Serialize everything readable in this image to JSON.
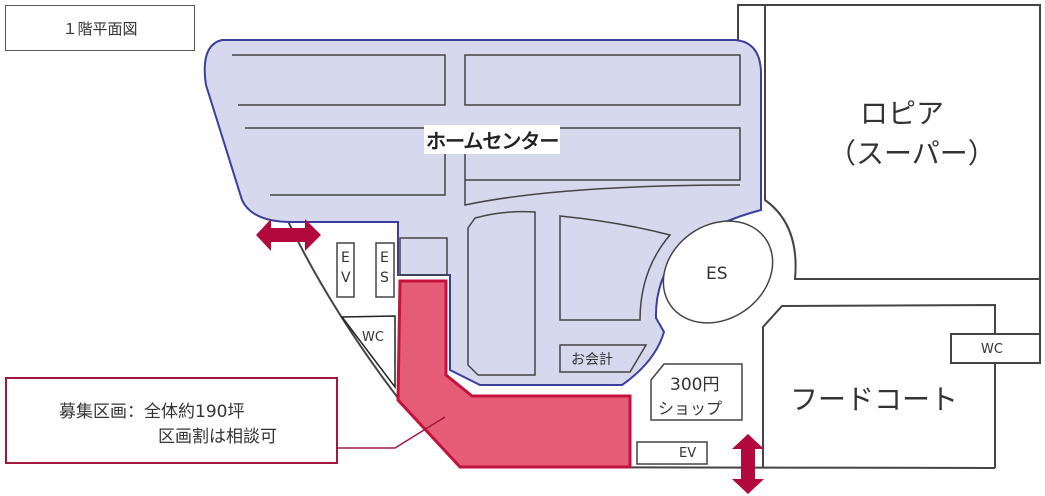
{
  "title": "１階平面図",
  "areas": {
    "home_center": "ホームセンター",
    "lopia_line1": "ロピア",
    "lopia_line2": "（スーパー）",
    "food_court": "フードコート",
    "shop_300_line1": "300円",
    "shop_300_line2": "ショップ",
    "checkout": "お会計",
    "es_center": "ES",
    "ev_left_1": "E",
    "ev_left_2": "V",
    "es_left_1": "E",
    "es_left_2": "S",
    "wc_left": "WC",
    "wc_right": "WC",
    "ev_bottom": "EV"
  },
  "callout": {
    "line1": "募集区画：全体約190坪",
    "line2": "区画割は相談可"
  },
  "colors": {
    "home_center_fill": "#d6d9ee",
    "home_center_stroke": "#3a3f9e",
    "recruit_fill": "#e45c75",
    "recruit_stroke": "#c4123d",
    "arrow": "#b3083d"
  }
}
